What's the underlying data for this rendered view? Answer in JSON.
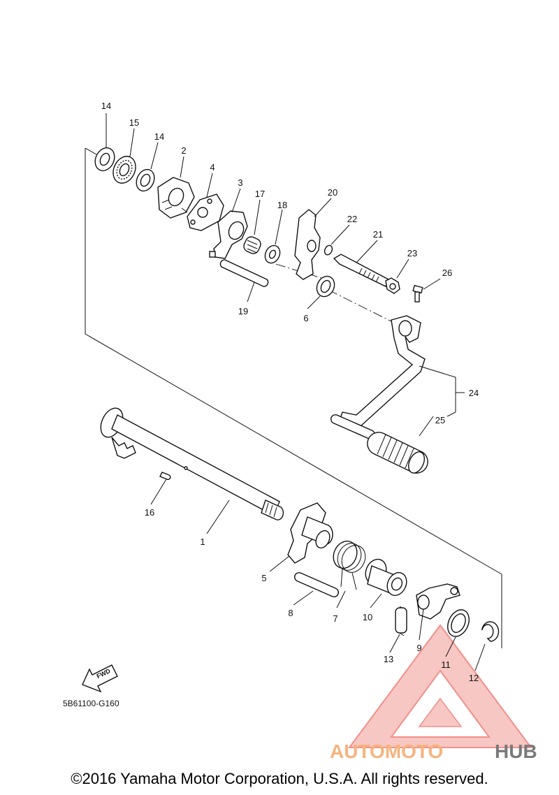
{
  "callouts": [
    "14",
    "15",
    "14",
    "2",
    "4",
    "3",
    "17",
    "18",
    "20",
    "22",
    "21",
    "23",
    "26",
    "19",
    "6",
    "24",
    "25",
    "16",
    "1",
    "5",
    "7",
    "8",
    "10",
    "9",
    "11",
    "12",
    "13"
  ],
  "diagram_code": "5B61100-G160",
  "fwd_label": "FWD",
  "watermark": {
    "part_a": "AUTOMOTO",
    "part_b": "HUB",
    "color_a": "#f7b37e",
    "color_b": "#7a7a7a",
    "triangle_color": "#e8352c"
  },
  "copyright": "©2016 Yamaha Motor Corporation, U.S.A. All rights reserved."
}
